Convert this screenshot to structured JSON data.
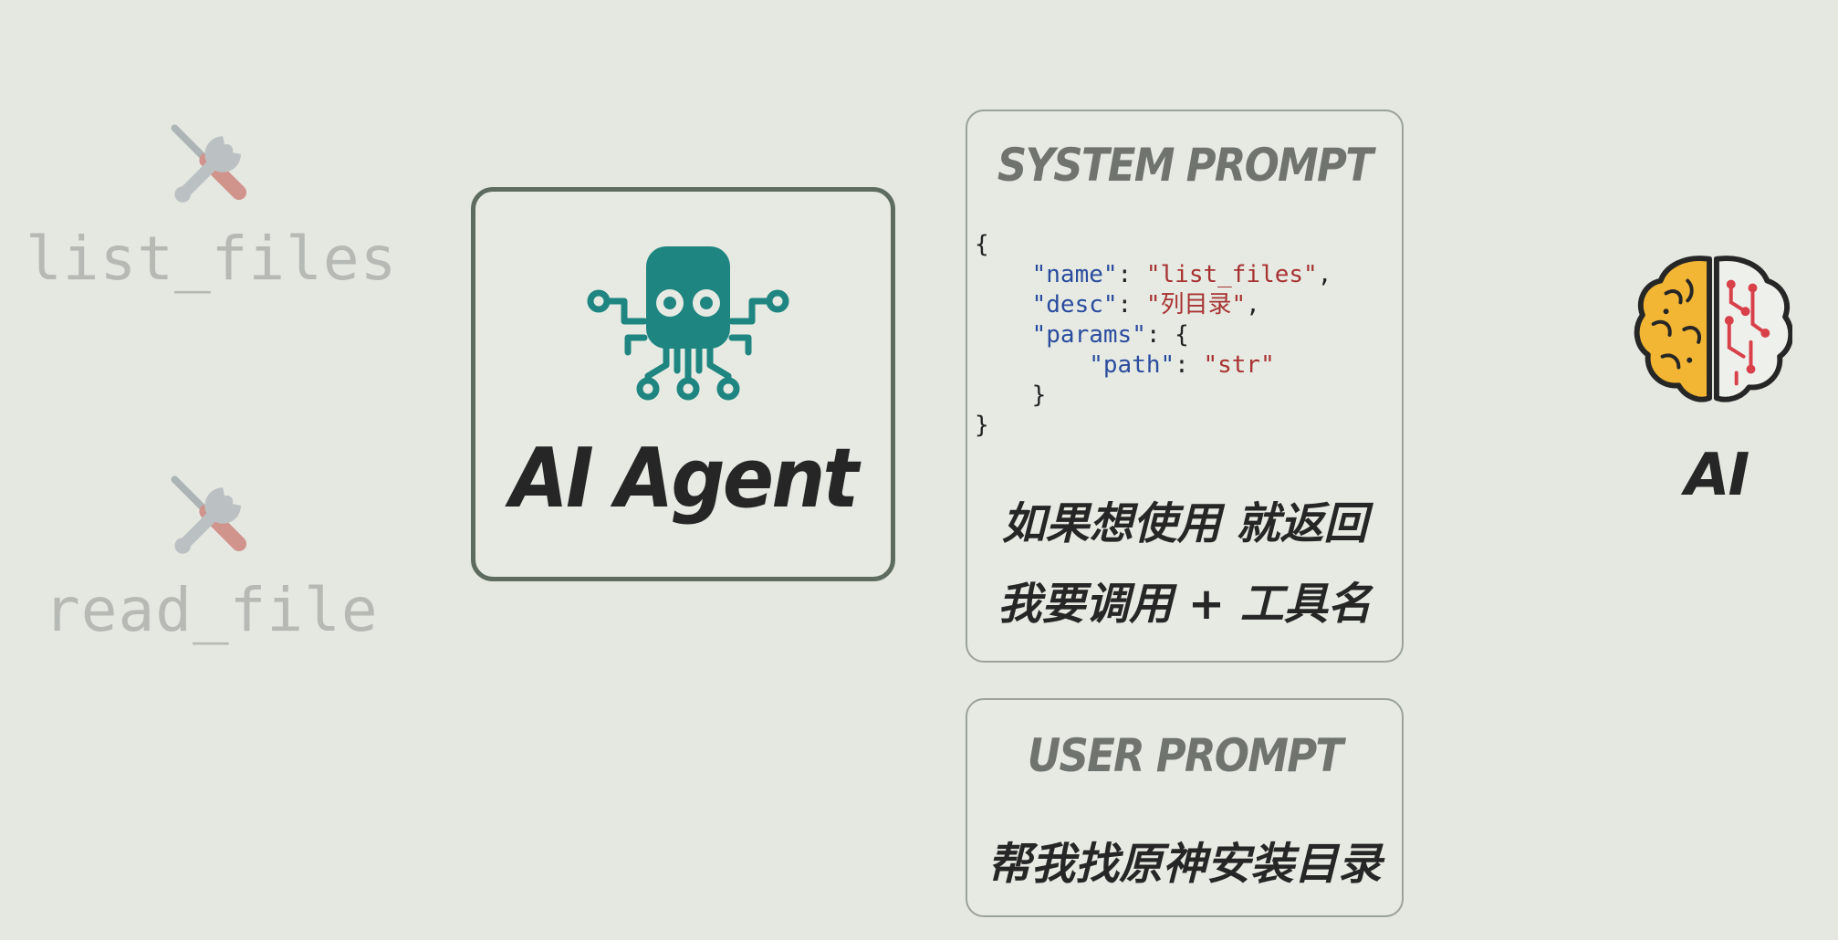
{
  "tools": [
    {
      "icon": "tools-icon",
      "name": "list_files"
    },
    {
      "icon": "tools-icon",
      "name": "read_file"
    }
  ],
  "agent": {
    "icon": "octopus-circuit-icon",
    "title": "AI Agent"
  },
  "system_prompt": {
    "heading": "SYSTEM PROMPT",
    "code": {
      "name_key": "\"name\"",
      "name_value": "\"list_files\"",
      "desc_key": "\"desc\"",
      "desc_value": "\"列目录\"",
      "params_key": "\"params\"",
      "path_key": "\"path\"",
      "path_value": "\"str\""
    },
    "instruction_line_1": "如果想使用 就返回",
    "instruction_line_2": "我要调用 + 工具名"
  },
  "user_prompt": {
    "heading": "USER PROMPT",
    "text": "帮我找原神安装目录"
  },
  "model": {
    "icon": "brain-icon",
    "label": "AI"
  },
  "colors": {
    "background": "#e4e8e1",
    "agent_teal": "#1f8580",
    "brain_yellow": "#f2b634",
    "brain_red": "#d8404a",
    "json_key": "#2b4c9e",
    "json_string": "#a83232"
  }
}
